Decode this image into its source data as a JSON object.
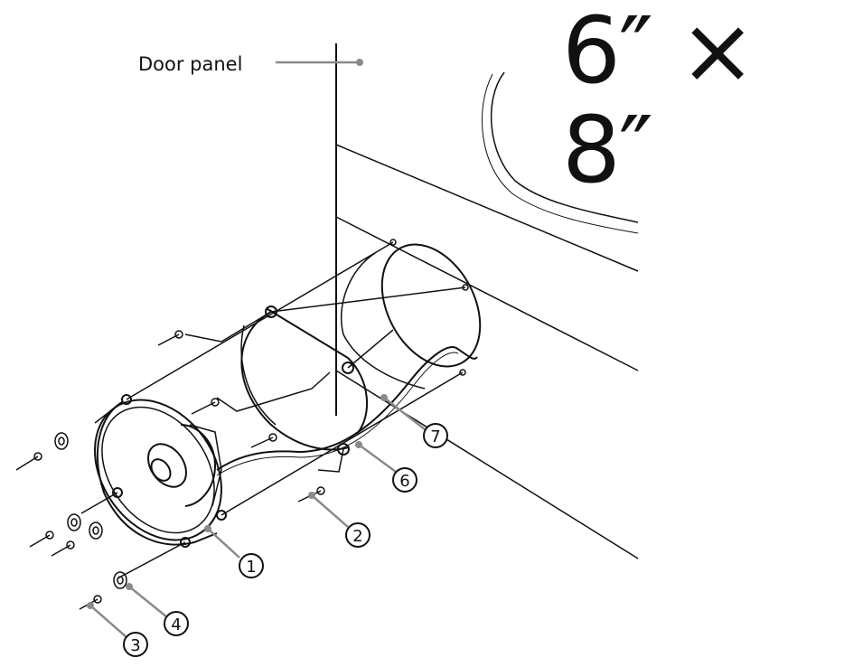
{
  "title": "6″ × 8″",
  "labels": {
    "door_panel": "Door panel"
  },
  "callouts": [
    {
      "id": "1",
      "symbol": "1"
    },
    {
      "id": "2",
      "symbol": "2"
    },
    {
      "id": "3",
      "symbol": "3"
    },
    {
      "id": "4",
      "symbol": "4"
    },
    {
      "id": "6",
      "symbol": "6"
    },
    {
      "id": "7",
      "symbol": "7"
    }
  ],
  "colors": {
    "line": "#111111",
    "leader": "#8a8a8a"
  }
}
